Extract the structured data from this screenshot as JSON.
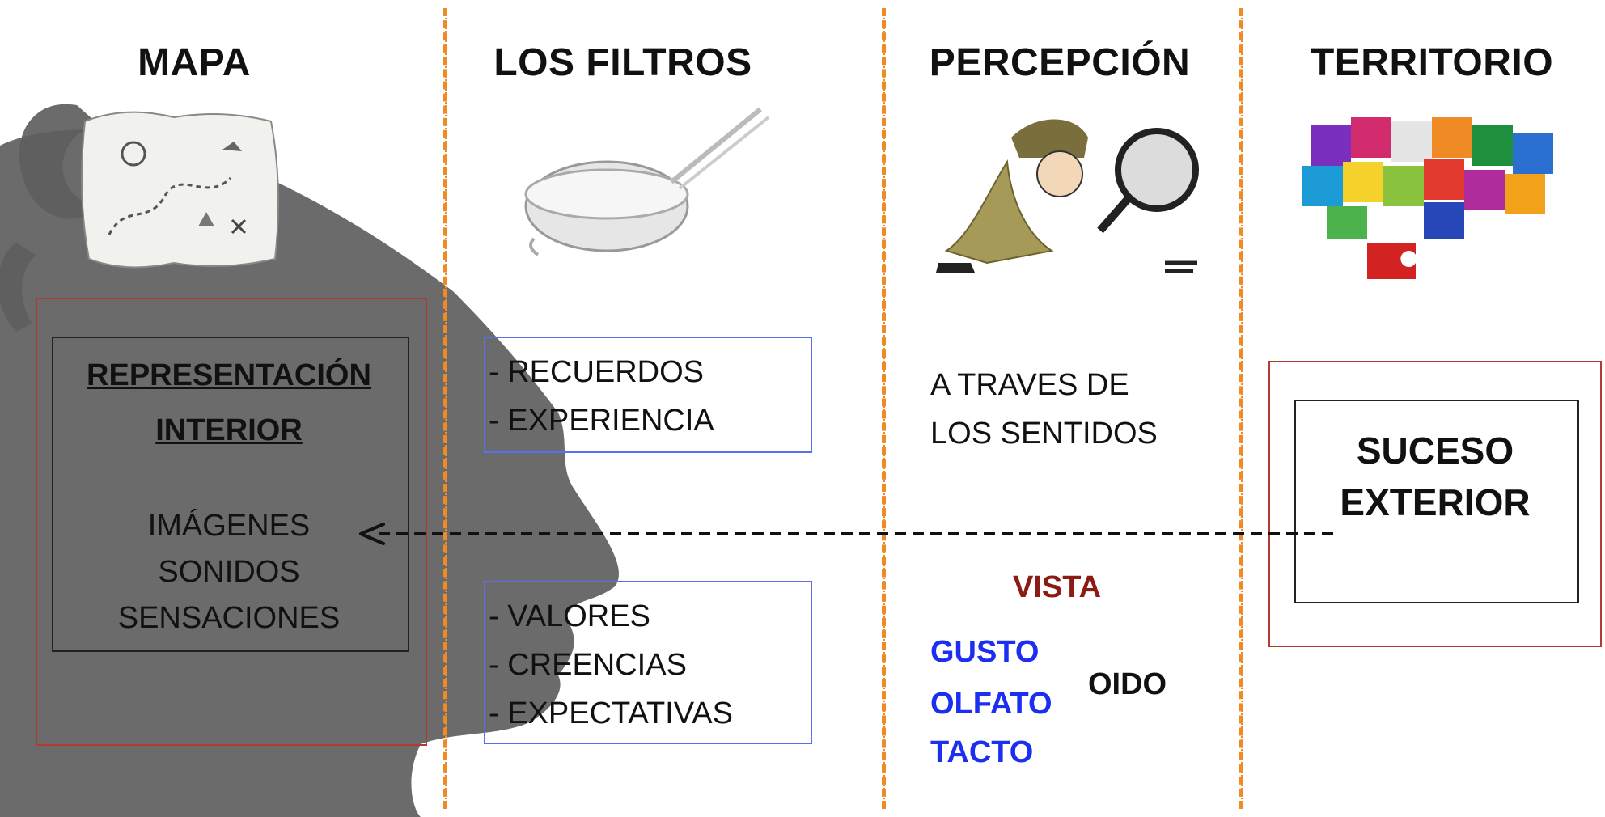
{
  "columns": {
    "mapa": {
      "title": "MAPA"
    },
    "filtros": {
      "title": "LOS FILTROS"
    },
    "percepcion": {
      "title": "PERCEPCIÓN"
    },
    "territorio": {
      "title": "TERRITORIO"
    }
  },
  "mapa_box": {
    "title_line1": "REPRESENTACIÓN",
    "title_line2": "INTERIOR",
    "items": [
      "IMÁGENES",
      "SONIDOS",
      "SENSACIONES"
    ]
  },
  "filtros_boxes": {
    "top": [
      "- RECUERDOS",
      "- EXPERIENCIA"
    ],
    "bottom": [
      "- VALORES",
      "- CREENCIAS",
      "- EXPECTATIVAS"
    ]
  },
  "percepcion": {
    "intro_line1": "A TRAVES DE",
    "intro_line2": "LOS SENTIDOS",
    "vista": "VISTA",
    "left_senses": [
      "GUSTO",
      "OLFATO",
      "TACTO"
    ],
    "oido": "OIDO"
  },
  "territorio_box": {
    "line1": "SUCESO",
    "line2": "EXTERIOR"
  },
  "colors": {
    "divider": "#f08a24",
    "silhouette": "#5e5e5e",
    "sense_blue": "#1c2ef0",
    "vista_red": "#8a1c14"
  },
  "icons": {
    "mapa": "treasure-map-icon",
    "filtros": "strainer-icon",
    "percepcion": "detective-magnifier-icon",
    "territorio": "puzzle-pieces-icon"
  }
}
